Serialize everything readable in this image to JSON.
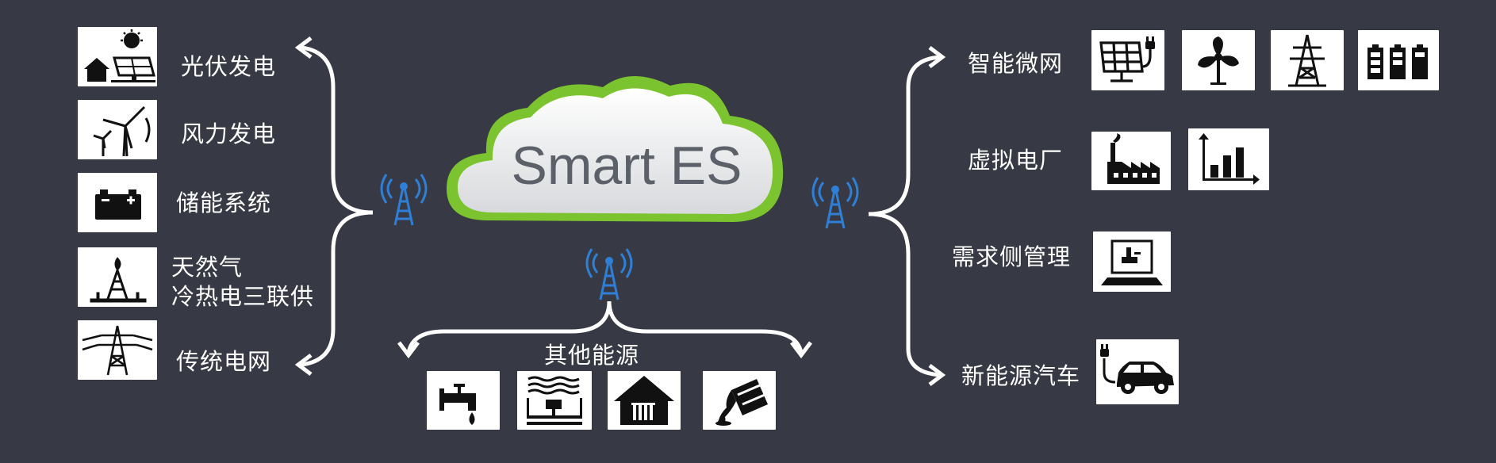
{
  "hub": {
    "title": "Smart ES"
  },
  "left_sources": [
    {
      "label": "光伏发电",
      "icon": "solar-house-icon"
    },
    {
      "label": "风力发电",
      "icon": "wind-turbine-icon"
    },
    {
      "label": "储能系统",
      "icon": "battery-icon"
    },
    {
      "label_line1": "天然气",
      "label_line2": "冷热电三联供",
      "icon": "gas-well-icon"
    },
    {
      "label": "传统电网",
      "icon": "power-tower-icon"
    }
  ],
  "bottom": {
    "label": "其他能源",
    "icons": [
      "water-tap-icon",
      "geothermal-icon",
      "heating-house-icon",
      "oil-barrel-icon"
    ]
  },
  "right_apps": [
    {
      "label": "智能微网",
      "icons": [
        "solar-panel-plug-icon",
        "fan-icon",
        "transmission-tower-icon",
        "battery-bank-icon"
      ]
    },
    {
      "label": "虚拟电厂",
      "icons": [
        "factory-icon",
        "bar-chart-icon"
      ]
    },
    {
      "label": "需求侧管理",
      "icons": [
        "monitor-terminal-icon"
      ]
    },
    {
      "label": "新能源汽车",
      "icons": [
        "electric-car-icon"
      ]
    }
  ],
  "colors": {
    "background": "#373a44",
    "cloud_rim": "#7cc42f",
    "antenna": "#2f7fd6",
    "connector": "#ffffff"
  }
}
